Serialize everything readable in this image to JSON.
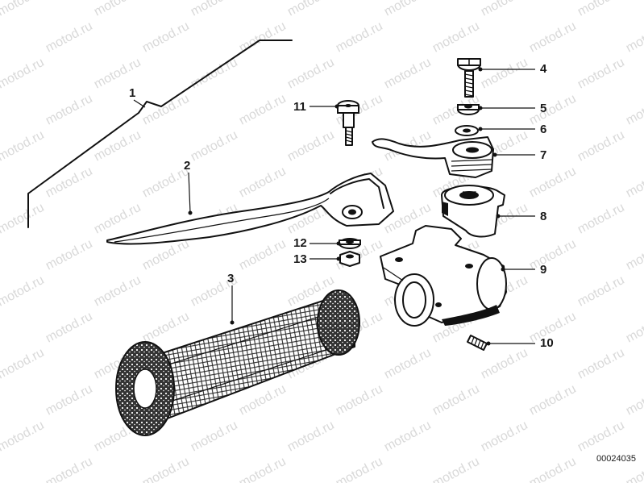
{
  "watermark": "motod.ru",
  "diagram_code": "00024035",
  "callouts": [
    {
      "id": "1",
      "label": "1",
      "part": "housing-assembly"
    },
    {
      "id": "2",
      "label": "2",
      "part": "brake-lever"
    },
    {
      "id": "3",
      "label": "3",
      "part": "handlebar-grip"
    },
    {
      "id": "4",
      "label": "4",
      "part": "adjusting-screw"
    },
    {
      "id": "5",
      "label": "5",
      "part": "washer"
    },
    {
      "id": "6",
      "label": "6",
      "part": "spring-washer"
    },
    {
      "id": "7",
      "label": "7",
      "part": "choke-lever"
    },
    {
      "id": "8",
      "label": "8",
      "part": "choke-housing"
    },
    {
      "id": "9",
      "label": "9",
      "part": "lever-bracket"
    },
    {
      "id": "10",
      "label": "10",
      "part": "set-screw"
    },
    {
      "id": "11",
      "label": "11",
      "part": "pivot-bolt"
    },
    {
      "id": "12",
      "label": "12",
      "part": "washer"
    },
    {
      "id": "13",
      "label": "13",
      "part": "nut"
    }
  ]
}
